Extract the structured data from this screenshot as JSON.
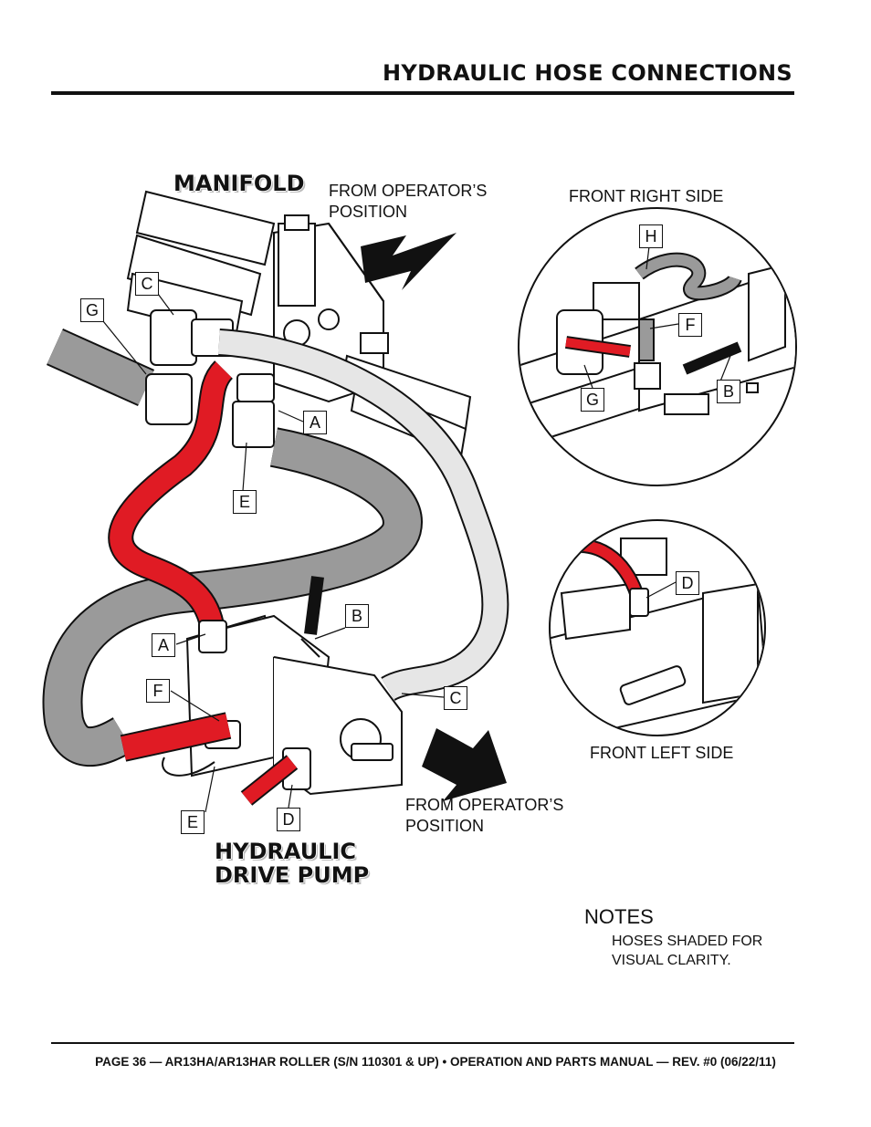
{
  "header": {
    "title": "HYDRAULIC HOSE CONNECTIONS"
  },
  "labels": {
    "manifold": "MANIFOLD",
    "pump_line1": "HYDRAULIC",
    "pump_line2": "DRIVE PUMP",
    "from_top_line1": "FROM OPERATOR’S",
    "from_top_line2": "POSITION",
    "from_bottom_line1": "FROM OPERATOR’S",
    "from_bottom_line2": "POSITION",
    "front_right": "FRONT RIGHT SIDE",
    "front_left": "FRONT LEFT SIDE"
  },
  "callouts": {
    "c_top": "C",
    "g_left": "G",
    "a_mid": "A",
    "e_mid": "E",
    "b_pump": "B",
    "a_pump": "A",
    "f_pump": "F",
    "c_pump": "C",
    "e_pump": "E",
    "d_pump": "D",
    "h_inset": "H",
    "f_inset": "F",
    "g_inset": "G",
    "b_inset": "B",
    "d_inset": "D"
  },
  "notes": {
    "title": "NOTES",
    "text": "HOSES SHADED FOR VISUAL CLARITY."
  },
  "colors": {
    "red_hose": "#e01b24",
    "gray_hose": "#9a9a9a",
    "light_hose": "#e6e6e6"
  },
  "footer": {
    "text": "PAGE 36 — AR13HA/AR13HAR ROLLER (S/N 110301 & UP) • OPERATION AND PARTS MANUAL — REV. #0 (06/22/11)"
  }
}
